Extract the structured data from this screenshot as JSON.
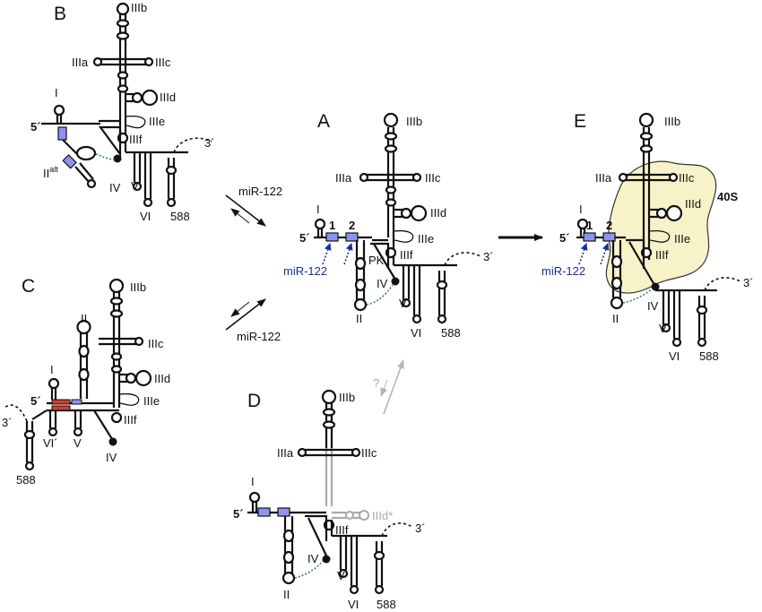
{
  "panels": {
    "A": {
      "letter": "A",
      "domains": {
        "IIIb": "IIIb",
        "IIIa": "IIIa",
        "IIIc": "IIIc",
        "IIId": "IIId",
        "IIIe": "IIIe",
        "IIIf": "IIIf",
        "I": "I",
        "II": "II",
        "IV": "IV",
        "V": "V",
        "VI": "VI",
        "r588": "588",
        "five": "5´",
        "three": "3´"
      },
      "site1": "1",
      "site2": "2",
      "pk": "PK",
      "mir": "miR-122"
    },
    "B": {
      "letter": "B",
      "domains": {
        "IIIb": "IIIb",
        "IIIa": "IIIa",
        "IIIc": "IIIc",
        "IIId": "IIId",
        "IIIe": "IIIe",
        "IIIf": "IIIf",
        "I": "I",
        "IIalt": "II",
        "IIalt_sup": "alt",
        "IV": "IV",
        "V": "V",
        "VI": "VI",
        "r588": "588",
        "five": "5´",
        "three": "3´"
      }
    },
    "C": {
      "letter": "C",
      "domains": {
        "IIIb": "IIIb",
        "IIIc": "IIIc",
        "IIId": "IIId",
        "IIIe": "IIIe",
        "IIIf": "IIIf",
        "I": "I",
        "II": "II",
        "IV": "IV",
        "V": "V",
        "VIp": "VI´",
        "r588": "588",
        "five": "5´",
        "three": "3´"
      }
    },
    "D": {
      "letter": "D",
      "domains": {
        "IIIb": "IIIb",
        "IIIa": "IIIa",
        "IIIc": "IIIc",
        "IIIdstar": "IIId*",
        "IIIf": "IIIf",
        "I": "I",
        "II": "II",
        "IV": "IV",
        "V": "V",
        "VI": "VI",
        "r588": "588",
        "five": "5´",
        "three": "3´"
      },
      "question": "?"
    },
    "E": {
      "letter": "E",
      "domains": {
        "IIIb": "IIIb",
        "IIIa": "IIIa",
        "IIIc": "IIIc",
        "IIId": "IIId",
        "IIIe": "IIIe",
        "IIIf": "IIIf",
        "I": "I",
        "II": "II",
        "IV": "IV",
        "V": "V",
        "VI": "VI",
        "r588": "588",
        "five": "5´",
        "three": "3´"
      },
      "site1": "1",
      "site2": "2",
      "ribosome": "40S",
      "mir": "miR-122"
    }
  },
  "arrows": {
    "b_to_a": "miR-122",
    "c_to_a": "miR-122"
  },
  "colors": {
    "line": "#111111",
    "mir_blue": "#1a2fa0",
    "site_fill": "#8f93f0",
    "red_site": "#d23b33",
    "ribosome_fill": "#f8f2c8",
    "pseudoknot_green": "#2f8a5e",
    "faded_gray": "#a9a9a9"
  }
}
